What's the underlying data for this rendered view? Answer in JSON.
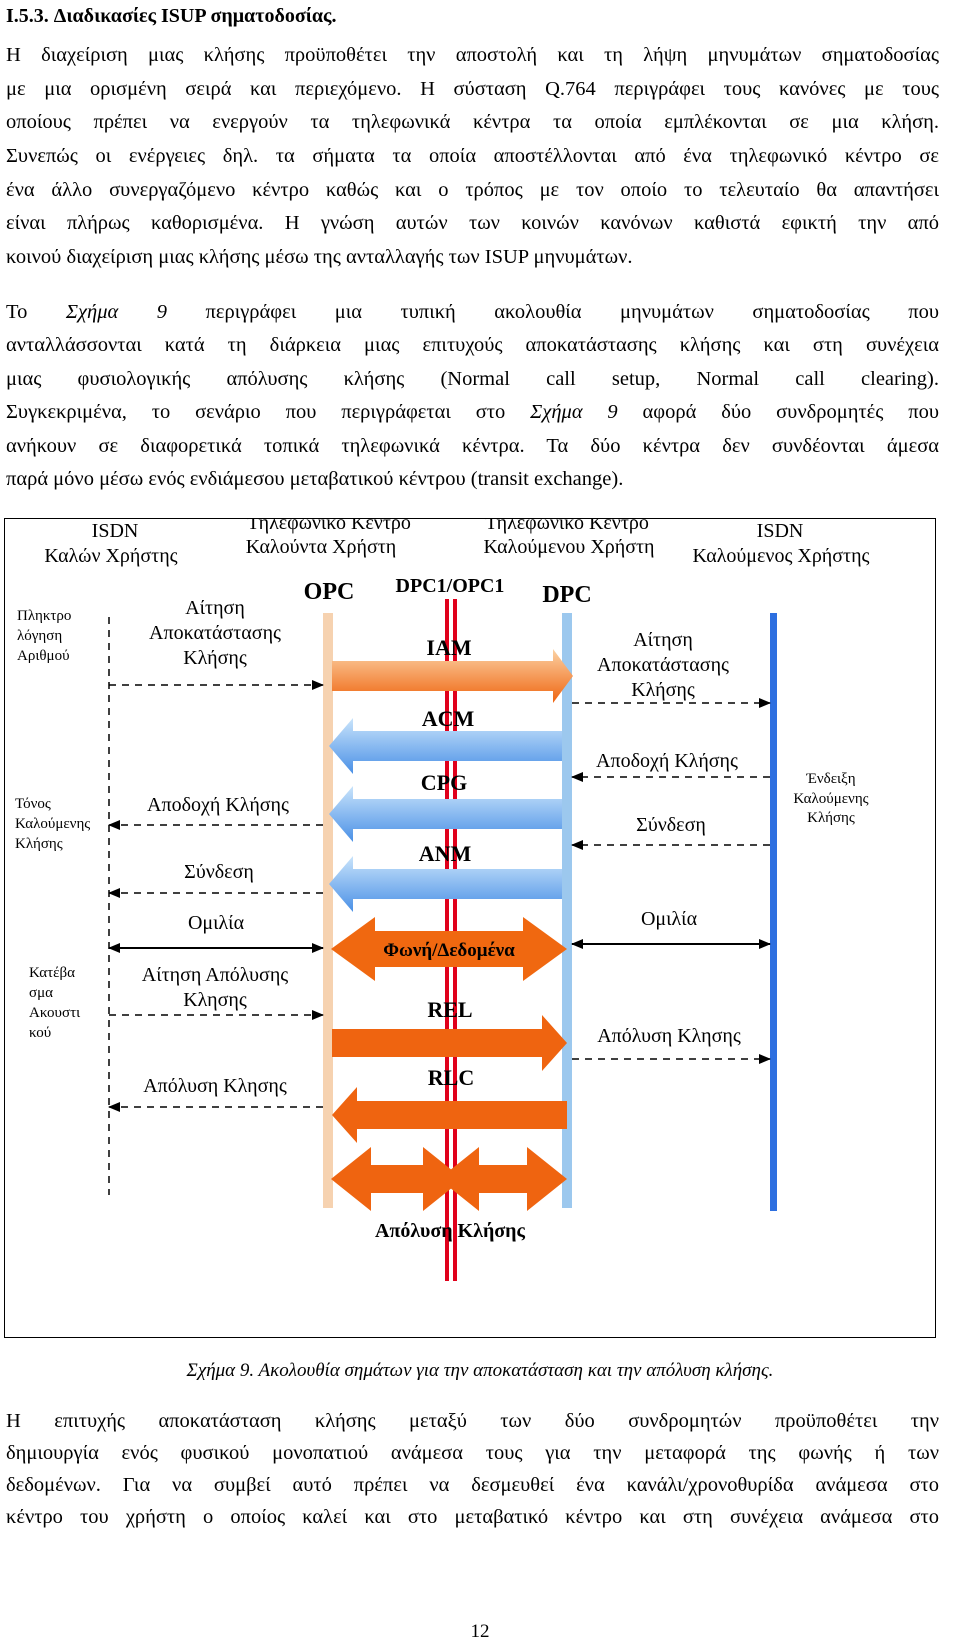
{
  "section_heading": "I.5.3. Διαδικασίες ISUP σηματοδοσίας.",
  "para1_lines": [
    "Η διαχείριση μιας κλήσης προϋποθέτει την αποστολή και τη λήψη μηνυμάτων σηματοδοσίας",
    "με μια ορισμένη σειρά και περιεχόμενο. Η σύσταση Q.764 περιγράφει τους κανόνες με τους",
    "οποίους πρέπει να ενεργούν τα τηλεφωνικά κέντρα τα οποία εμπλέκονται σε μια κλήση.",
    "Συνεπώς οι ενέργειες δηλ. τα σήματα τα οποία αποστέλλονται από ένα τηλεφωνικό κέντρο σε",
    "ένα άλλο συνεργαζόμενο κέντρο καθώς και ο τρόπος με τον οποίο το τελευταίο θα απαντήσει",
    "είναι πλήρως καθορισμένα. Η γνώση αυτών των κοινών κανόνων καθιστά εφικτή την από",
    "κοινού διαχείριση μιας κλήσης μέσω της ανταλλαγής των ISUP μηνυμάτων."
  ],
  "para2": {
    "l1_a": "Το ",
    "l1_ref": "Σχήμα 9",
    "l1_b": "  περιγράφει μια τυπική ακολουθία μηνυμάτων σηματοδοσίας που",
    "l2": "ανταλλάσσονται κατά τη διάρκεια μιας επιτυχούς αποκατάστασης κλήσης και στη συνέχεια",
    "l3": "μιας φυσιολογικής απόλυσης κλήσης (Normal call setup, Normal call clearing).",
    "l4_a": "Συγκεκριμένα, το σενάριο που περιγράφεται στο ",
    "l4_ref": "Σχήμα 9",
    "l4_b": " αφορά δύο συνδρομητές που",
    "l5": "ανήκουν σε διαφορετικά τοπικά τηλεφωνικά κέντρα. Τα δύο κέντρα δεν συνδέονται άμεσα",
    "l6": "παρά μόνο μέσω ενός ενδιάμεσου μεταβατικού κέντρου (transit exchange)."
  },
  "figure": {
    "col_isdn_caller_1": "ISDN",
    "col_isdn_caller_2": "Καλών Χρήστης",
    "col_exch_caller_1": "Τηλεφωνικό Κέντρο",
    "col_exch_caller_2": "Καλούντα Χρήστη",
    "col_exch_called_1": "Τηλεφωνικό Κέντρο",
    "col_exch_called_2": "Καλούμενου Χρήστη",
    "col_isdn_called_1": "ISDN",
    "col_isdn_called_2": "Καλούμενος Χρήστης",
    "opc": "OPC",
    "dpc1_opc1": "DPC1/OPC1",
    "dpc": "DPC",
    "keypad_1": "Πληκτρο",
    "keypad_2": "λόγηση",
    "keypad_3": "Αριθμού",
    "setup_left_1": "Αίτηση",
    "setup_left_2": "Αποκατάστασης",
    "setup_left_3": "Κλήσης",
    "iam": "IAM",
    "setup_right_1": "Αίτηση",
    "setup_right_2": "Αποκατάστασης",
    "setup_right_3": "Κλήσης",
    "acm": "ACM",
    "cpg": "CPG",
    "accept_right": "Αποδοχή Κλήσης",
    "ringing_ind_1": "Ένδειξη",
    "ringing_ind_2": "Καλούμενης",
    "ringing_ind_3": "Κλήσης",
    "ringback_1": "Τόνος",
    "ringback_2": "Καλούμενης",
    "ringback_3": "Κλήσης",
    "accept_left": "Αποδοχή Κλήσης",
    "connect_right": "Σύνδεση",
    "anm": "ANM",
    "connect_left": "Σύνδεση",
    "talk_left": "Ομιλία",
    "talk_right": "Ομιλία",
    "voice_data": "Φωνή/Δεδομένα",
    "onhook_1": "Κατέβα",
    "onhook_2": "σμα",
    "onhook_3": "Ακουστι",
    "onhook_4": "κού",
    "release_req_1": "Αίτηση Απόλυσης",
    "release_req_2": "Κλησης",
    "rel": "REL",
    "release_right": "Απόλυση Κλησης",
    "release_left": "Απόλυση Κλησης",
    "rlc": "RLC",
    "release_final": "Απόλυση Κλήσης",
    "colors": {
      "opc_line": "#f6d2b0",
      "dpc_line": "#9cc8ee",
      "mid_red": "#e0001b",
      "isdn_right": "#2d6fe0",
      "arrow_orange_light": "#fbd2a4",
      "arrow_orange_dark": "#ef6410",
      "arrow_blue_light": "#c9e4fb",
      "arrow_blue_dark": "#4a90e6"
    }
  },
  "caption": "Σχήμα 9. Ακολουθία σημάτων για την αποκατάσταση και την απόλυση κλήσης.",
  "para3_lines": [
    "Η επιτυχής αποκατάσταση κλήσης μεταξύ των δύο συνδρομητών προϋποθέτει την",
    "δημιουργία ενός φυσικού μονοπατιού ανάμεσα τους για την μεταφορά της φωνής ή των",
    "δεδομένων. Για να συμβεί αυτό πρέπει να δεσμευθεί ένα κανάλι/χρονοθυρίδα ανάμεσα στο",
    "κέντρο του χρήστη ο οποίος καλεί και στο μεταβατικό κέντρο και στη συνέχεια ανάμεσα στο"
  ],
  "page_number": "12"
}
